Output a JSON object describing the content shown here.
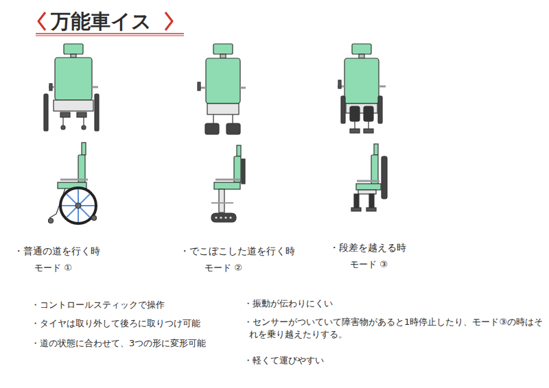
{
  "diagram": {
    "title": "万能車イス",
    "labels": [
      "・普通の道を行く時",
      "モード ①",
      "・でこぼこした道を行く時",
      "モード ②",
      "・段差を越える時",
      "モード ③",
      "・コントロールスティックで操作",
      "・タイヤは取り外して後ろに取りつけ可能",
      "・道の状態に合わせて、3つの形に変形可能",
      "・振動が伝わりにくい",
      "・センサーがついていて障害物があると1時停止したり、モード③の時はそれを乗り越えたりする。",
      "・軽くて運びやすい"
    ]
  }
}
